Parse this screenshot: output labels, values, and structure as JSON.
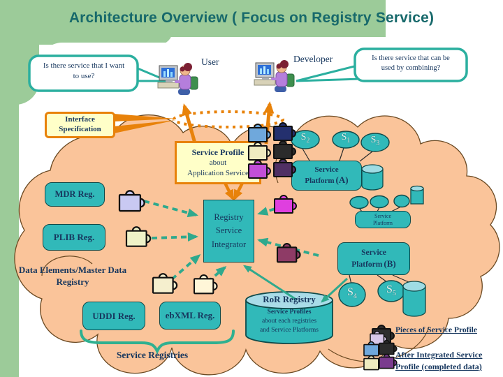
{
  "slide": {
    "title": "Architecture Overview ( Focus on Registry Service)"
  },
  "actors": {
    "user_label": "User",
    "developer_label": "Developer",
    "user_question_line1": "Is there service that I want",
    "user_question_line2": "to use?",
    "developer_question_line1": "Is there service that can be",
    "developer_question_line2": "used by combining?"
  },
  "callout": {
    "interface_line1": "Interface",
    "interface_line2": "Specification"
  },
  "service_profile_note": {
    "line1": "Service Profile",
    "line2": "about",
    "line3": "Application Service"
  },
  "integrator": {
    "line1": "Registry",
    "line2": "Service",
    "line3": "Integrator"
  },
  "registries": {
    "mdr": "MDR Reg.",
    "plib": "PLIB Reg.",
    "uddi": "UDDI Reg.",
    "ebxml": "ebXML Reg.",
    "group_label": "Service Registries",
    "data_elements_line1": "Data Elements/Master Data",
    "data_elements_line2": "Registry"
  },
  "platforms": {
    "a_line1": "Service",
    "a_line2": "Platform",
    "a_suffix": "(A)",
    "b_line1": "Service",
    "b_line2": "Platform",
    "b_suffix": "(B)",
    "small_line1": "Service",
    "small_line2": "Platform"
  },
  "services": {
    "s1": {
      "base": "S",
      "sub": "1"
    },
    "s2": {
      "base": "S",
      "sub": "2"
    },
    "s3": {
      "base": "S",
      "sub": "3"
    },
    "s4": {
      "base": "S",
      "sub": "4"
    },
    "s5": {
      "base": "S",
      "sub": "5"
    }
  },
  "ror": {
    "title": "RoR Registry",
    "line1": "Service Profiles",
    "line2": "about each registries",
    "line3": "and Service Platforms"
  },
  "legend": {
    "pieces_label": "Pieces of Service Profile",
    "integrated_line1": "After Integrated Service",
    "integrated_line2": "Profile (completed data)"
  },
  "icons": {
    "puzzle_piece": "puzzle-piece-icon",
    "puzzle_cluster": "puzzle-cluster-icon",
    "person_computer": "person-at-computer-icon",
    "database_cylinder": "database-cylinder-icon",
    "cloud": "cloud-shape"
  },
  "colors": {
    "template_green": "#9CCB99",
    "title_teal": "#17696B",
    "cloud_peach": "#FAC49A",
    "teal_shape": "#31B9B9",
    "accent_orange": "#E8820A",
    "note_yellow": "#FFFFC8",
    "navy_text": "#17375E",
    "arrow_teal": "#2FA98D",
    "ror_top_blue": "#A9DCE8",
    "bubble_border_teal": "#2BAF9F"
  }
}
